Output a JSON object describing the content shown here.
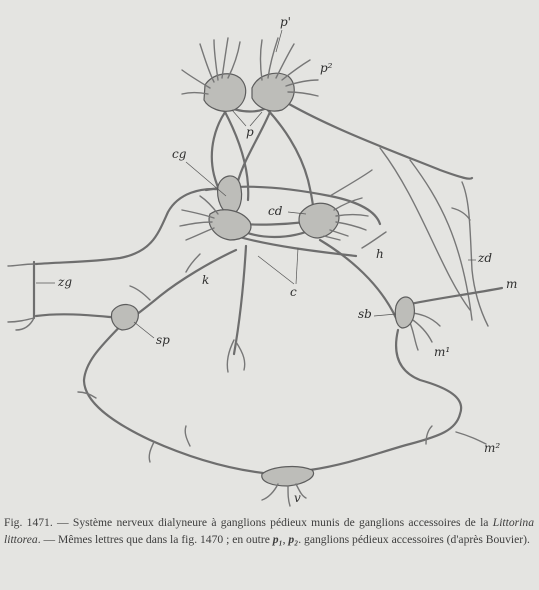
{
  "labels": {
    "p_prime": "p'",
    "p2": "p²",
    "p": "p",
    "cg": "cg",
    "cd": "cd",
    "h": "h",
    "zd": "zd",
    "m": "m",
    "zg": "zg",
    "k": "k",
    "c": "c",
    "sb": "sb",
    "m1": "m¹",
    "sp": "sp",
    "m2": "m²",
    "v": "v"
  },
  "caption": {
    "part1": "Fig. 1471. — Système nerveux dialyneure à ganglions pédieux munis de ganglions accessoires de la ",
    "species": "Littorina littorea",
    "part2": ". — Mêmes lettres que dans la fig. 1470 ; en outre ",
    "p1": "p₁",
    "sep": ", ",
    "p2": "p₂",
    "part3": ". ganglions pédieux accessoires (d'après Bouvier)."
  },
  "colors": {
    "background": "#e4e4e1",
    "nerve": "#6e6e6e",
    "ganglion": "#bdbdb9"
  }
}
